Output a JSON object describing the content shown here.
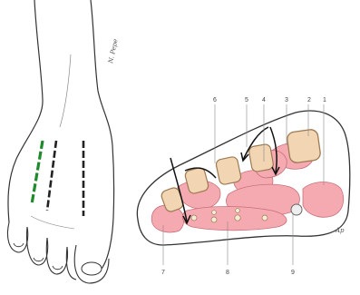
{
  "figure": {
    "signature": "N. Pepe",
    "initials": "Ap",
    "callouts": [
      "1",
      "2",
      "3",
      "4",
      "5",
      "6",
      "7",
      "8",
      "9"
    ],
    "colors": {
      "outline": "#333333",
      "tissue": "#ffffff",
      "compartment": "#f4aab0",
      "compartment_edge": "#c9707a",
      "bone": "#f2d6b4",
      "bone_edge": "#9c7a52",
      "vessel": "#f5ecd8",
      "incision_green": "#1f8a2b",
      "incision_black": "#222222"
    }
  }
}
